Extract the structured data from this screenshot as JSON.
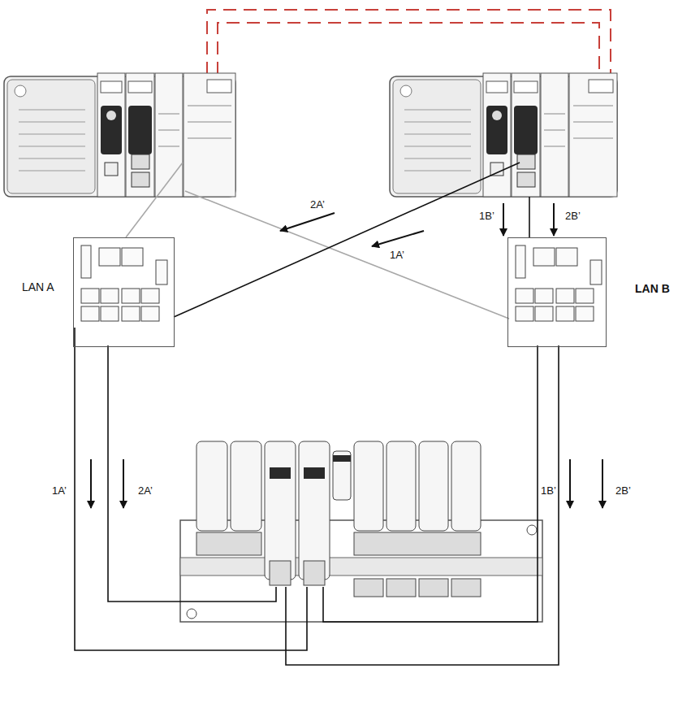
{
  "diagram": {
    "nodes": [
      {
        "text": [
          "LAN A"
        ]
      },
      {
        "text": [
          "LAN B"
        ]
      }
    ],
    "labels": [
      "2A’",
      "1A’",
      "1B’",
      "2B’",
      "1A’",
      "2A’",
      "1B’",
      "2B’"
    ]
  }
}
